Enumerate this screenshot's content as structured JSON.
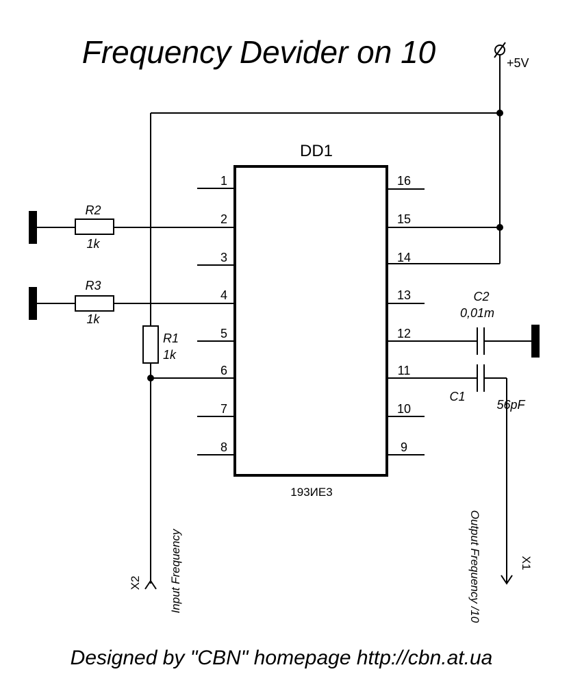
{
  "title": "Frequency Devider on 10",
  "footer": "Designed by \"CBN\" homepage http://cbn.at.ua",
  "power": {
    "label": "+5V"
  },
  "ic": {
    "designator": "DD1",
    "part": "193ИЕ3",
    "pins_left": [
      "1",
      "2",
      "3",
      "4",
      "5",
      "6",
      "7",
      "8"
    ],
    "pins_right": [
      "16",
      "15",
      "14",
      "13",
      "12",
      "11",
      "10",
      "9"
    ]
  },
  "components": {
    "r1": {
      "name": "R1",
      "value": "1k"
    },
    "r2": {
      "name": "R2",
      "value": "1k"
    },
    "r3": {
      "name": "R3",
      "value": "1k"
    },
    "c1": {
      "name": "C1",
      "value": "56pF"
    },
    "c2": {
      "name": "C2",
      "value": "0,01m"
    }
  },
  "connectors": {
    "x1": {
      "name": "X1",
      "label": "Output Frequency /10"
    },
    "x2": {
      "name": "X2",
      "label": "Input Frequency"
    }
  }
}
